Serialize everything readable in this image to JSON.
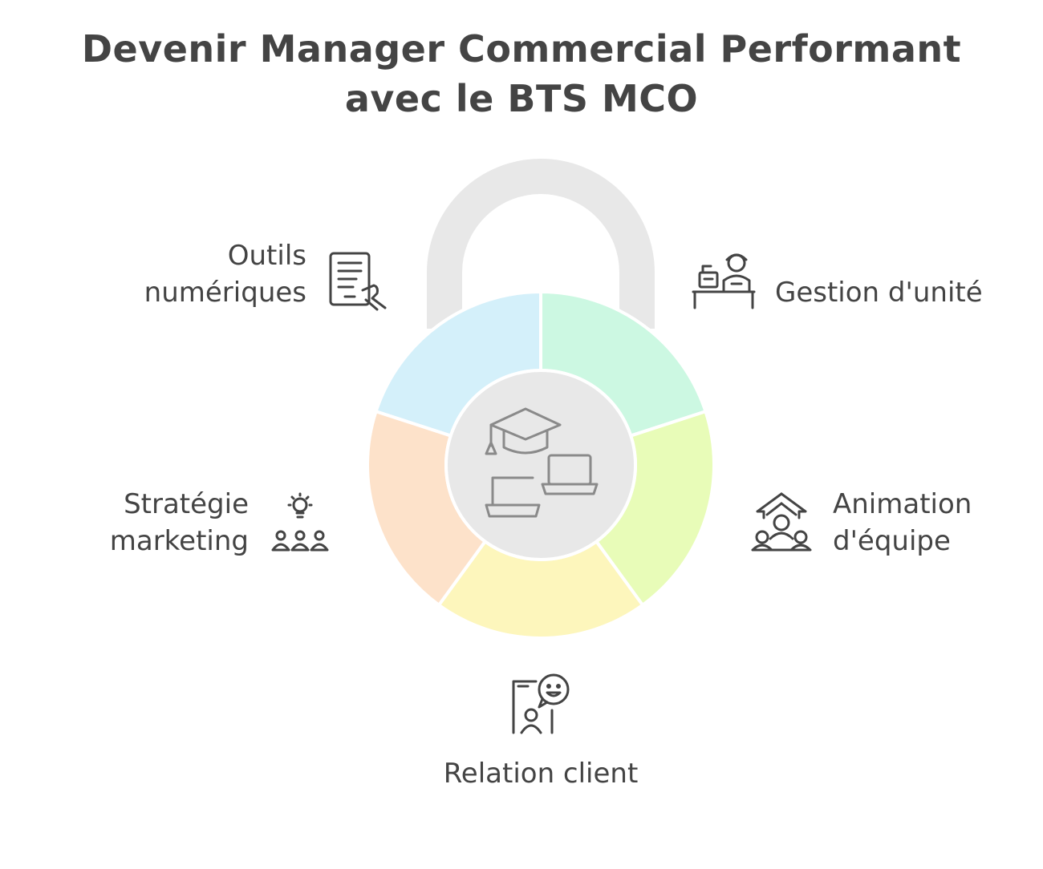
{
  "title": {
    "line1": "Devenir Manager Commercial Performant",
    "line2": "avec le BTS MCO"
  },
  "segments": [
    {
      "id": "outils",
      "color": "#d4f0fa",
      "icon": "tablet-touch-icon",
      "label_lines": [
        "Outils",
        "numériques"
      ]
    },
    {
      "id": "gestion",
      "color": "#ccf8e2",
      "icon": "cashier-icon",
      "label_lines": [
        "Gestion d'unité"
      ]
    },
    {
      "id": "animation",
      "color": "#e8fcb8",
      "icon": "team-growth-icon",
      "label_lines": [
        "Animation",
        "d'équipe"
      ]
    },
    {
      "id": "relation",
      "color": "#fdf6bc",
      "icon": "client-chat-icon",
      "label_lines": [
        "Relation client"
      ]
    },
    {
      "id": "strategie",
      "color": "#fde2ca",
      "icon": "idea-group-icon",
      "label_lines": [
        "Stratégie",
        "marketing"
      ]
    }
  ],
  "center": {
    "color": "#e8e8e8",
    "icon": "graduation-laptops-icon"
  },
  "shackle_color": "#e8e8e8",
  "stroke_color": "#666666"
}
